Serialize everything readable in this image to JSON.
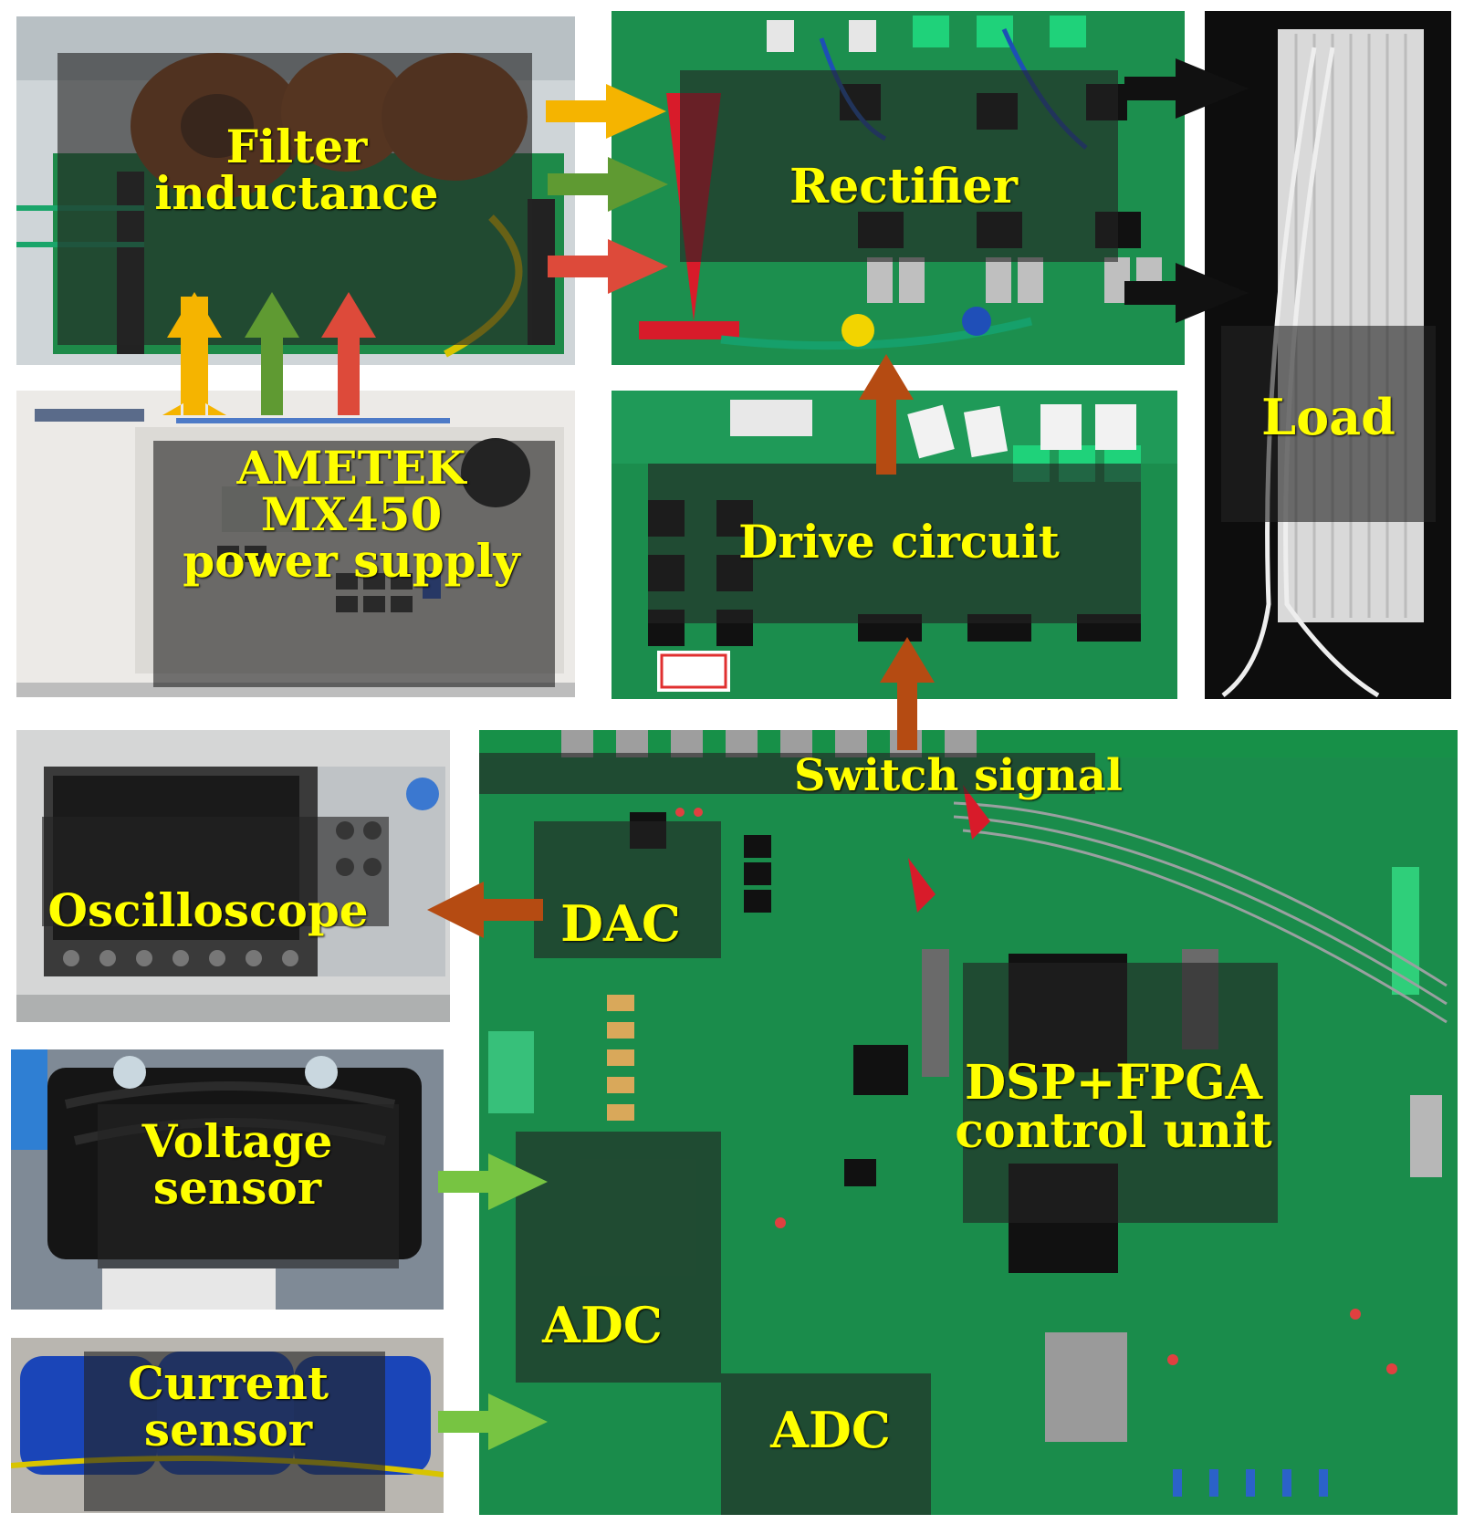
{
  "labels": {
    "filter_inductance": [
      "Filter",
      "inductance"
    ],
    "rectifier": "Rectifier",
    "load": "Load",
    "power_supply": [
      "AMETEK",
      "MX450",
      "power supply"
    ],
    "drive_circuit": "Drive circuit",
    "switch_signal": "Switch signal",
    "oscilloscope": "Oscilloscope",
    "dac": "DAC",
    "dsp_fpga": [
      "DSP+FPGA",
      "control unit"
    ],
    "voltage_sensor": [
      "Voltage",
      "sensor"
    ],
    "current_sensor": [
      "Current",
      "sensor"
    ],
    "adc_1": "ADC",
    "adc_2": "ADC"
  },
  "colors": {
    "label_text": "#ffff00",
    "pcb_green": "#1f8a45",
    "phase_a": "#f5b400",
    "phase_b": "#5f9a32",
    "phase_c": "#dd4a3a",
    "dc_output": "#111111",
    "signal": "#b54b12",
    "sensor_signal": "#77c442"
  }
}
